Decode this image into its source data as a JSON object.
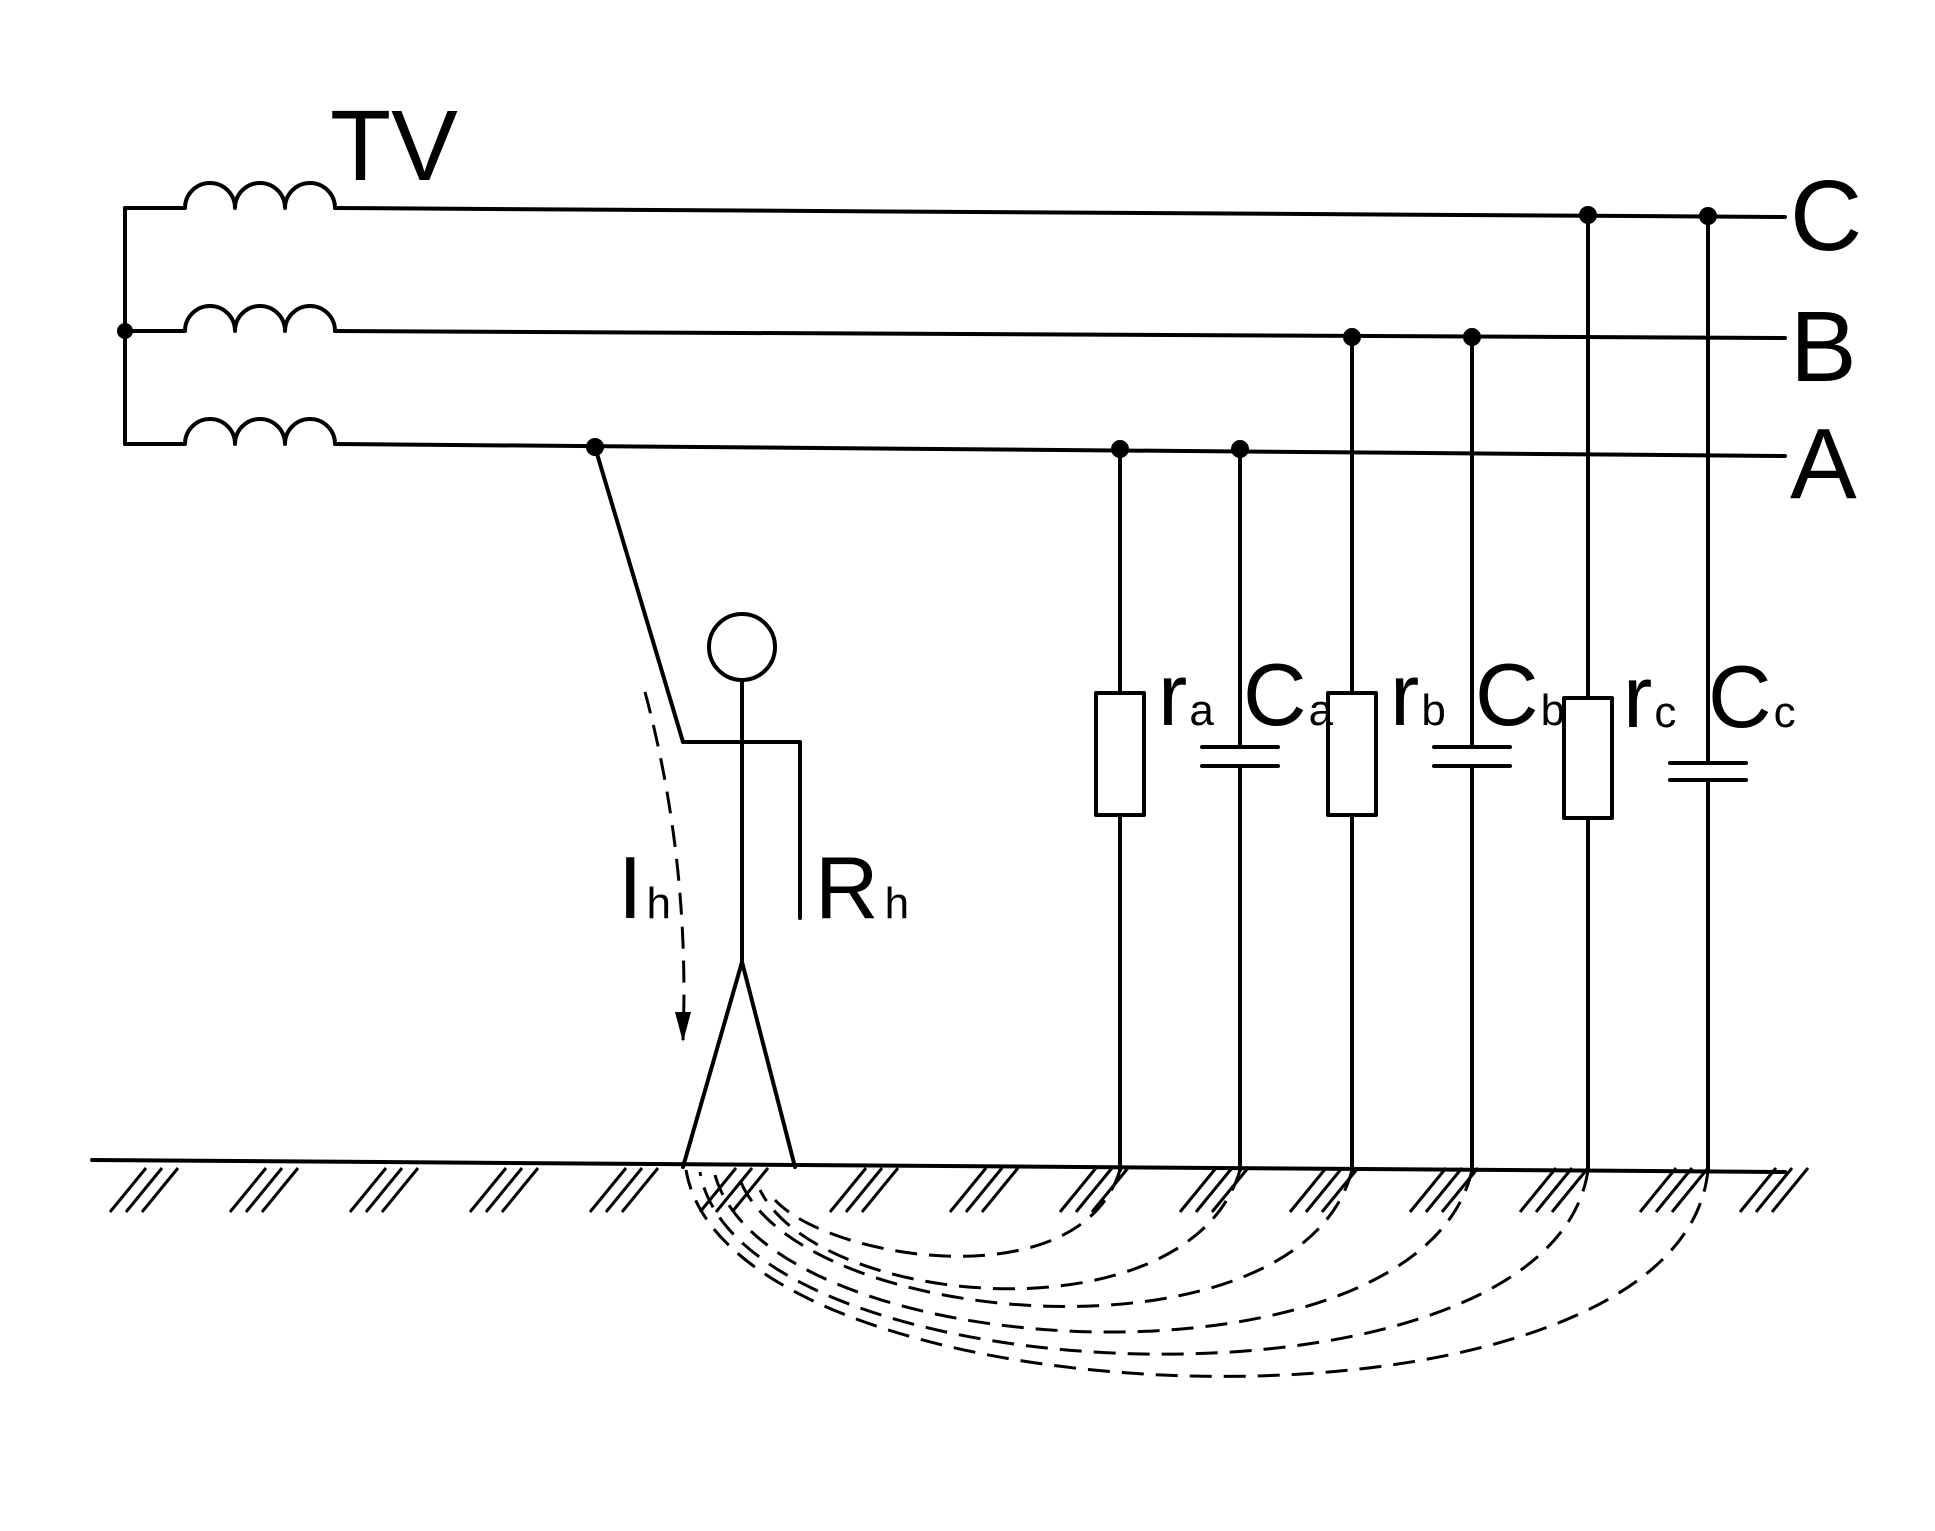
{
  "transformer": {
    "label": "TV"
  },
  "phases": [
    {
      "id": "C",
      "label": "C"
    },
    {
      "id": "B",
      "label": "B"
    },
    {
      "id": "A",
      "label": "A"
    }
  ],
  "human": {
    "current": {
      "main": "I",
      "sub": "h"
    },
    "resistance": {
      "main": "R",
      "sub": "h"
    }
  },
  "leakage": [
    {
      "r": {
        "main": "r",
        "sub": "a"
      },
      "c": {
        "main": "C",
        "sub": "a"
      }
    },
    {
      "r": {
        "main": "r",
        "sub": "b"
      },
      "c": {
        "main": "C",
        "sub": "b"
      }
    },
    {
      "r": {
        "main": "r",
        "sub": "c"
      },
      "c": {
        "main": "C",
        "sub": "c"
      }
    }
  ]
}
